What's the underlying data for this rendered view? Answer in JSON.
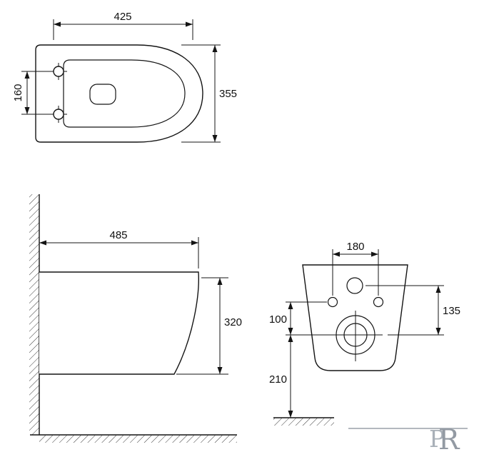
{
  "drawing": {
    "title": "wall-hung-toilet-technical-drawing",
    "top_view": {
      "width": "425",
      "depth": "355",
      "hole_spacing": "160"
    },
    "side_view": {
      "length": "485",
      "height": "320"
    },
    "rear_view": {
      "bolt_spacing": "180",
      "inlet_to_drain": "135",
      "holes_to_drain": "100",
      "drain_height": "210"
    },
    "logo": {
      "letter_p": "P",
      "letter_r": "R"
    }
  }
}
